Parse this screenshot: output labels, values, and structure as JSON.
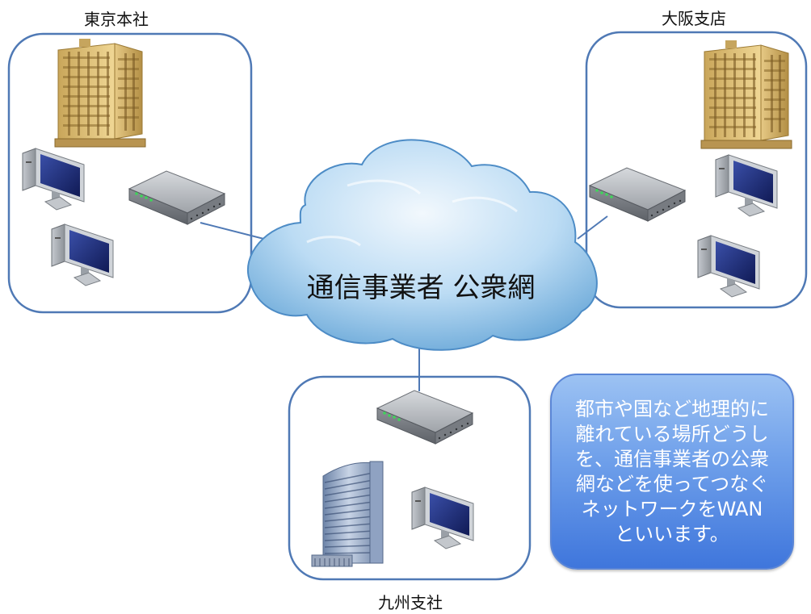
{
  "sites": {
    "tokyo": {
      "label": "東京本社"
    },
    "osaka": {
      "label": "大阪支店"
    },
    "kyushu": {
      "label": "九州支社"
    }
  },
  "cloud": {
    "label": "通信事業者 公衆網"
  },
  "callout": {
    "lines": [
      "都市や国など地理的に",
      "離れている場所どうし",
      "を、通信事業者の公衆",
      "網などを使ってつなぐ",
      "ネットワークをWAN",
      "といいます。"
    ]
  },
  "colors": {
    "site_border": "#4f79b5",
    "cloud_light": "#eaf4fc",
    "cloud_dark": "#6aa8d8",
    "callout_top": "#9cc2f3",
    "callout_bottom": "#3f76dc",
    "building_tan": "#d9b769",
    "router_gray": "#a3a7ad",
    "monitor_screen": "#1f2f7a"
  },
  "icons": [
    "office-building-icon",
    "office-tower-icon",
    "router-icon",
    "desktop-computer-icon",
    "cloud-icon"
  ]
}
